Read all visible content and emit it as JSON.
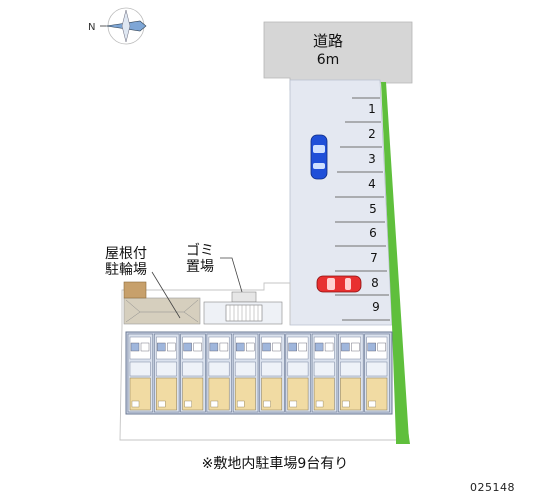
{
  "road": {
    "name": "道路",
    "width": "6m"
  },
  "bike_parking": {
    "line1": "屋根付",
    "line2": "駐輪場"
  },
  "garbage": {
    "line1": "ゴミ",
    "line2": "置場"
  },
  "parking_stalls": [
    "1",
    "2",
    "3",
    "4",
    "5",
    "6",
    "7",
    "8",
    "9"
  ],
  "note": "※敷地内駐車場9台有り",
  "property_code": "025148",
  "compass": {
    "north_label": "N"
  },
  "colors": {
    "road": "#d6d6d6",
    "lot": "#e4e8f1",
    "grass": "#5fbf3c",
    "building": "#c9d2e3",
    "unit": "#f1dba3",
    "car_blue": "#1f4fd8",
    "car_red": "#e83030"
  }
}
